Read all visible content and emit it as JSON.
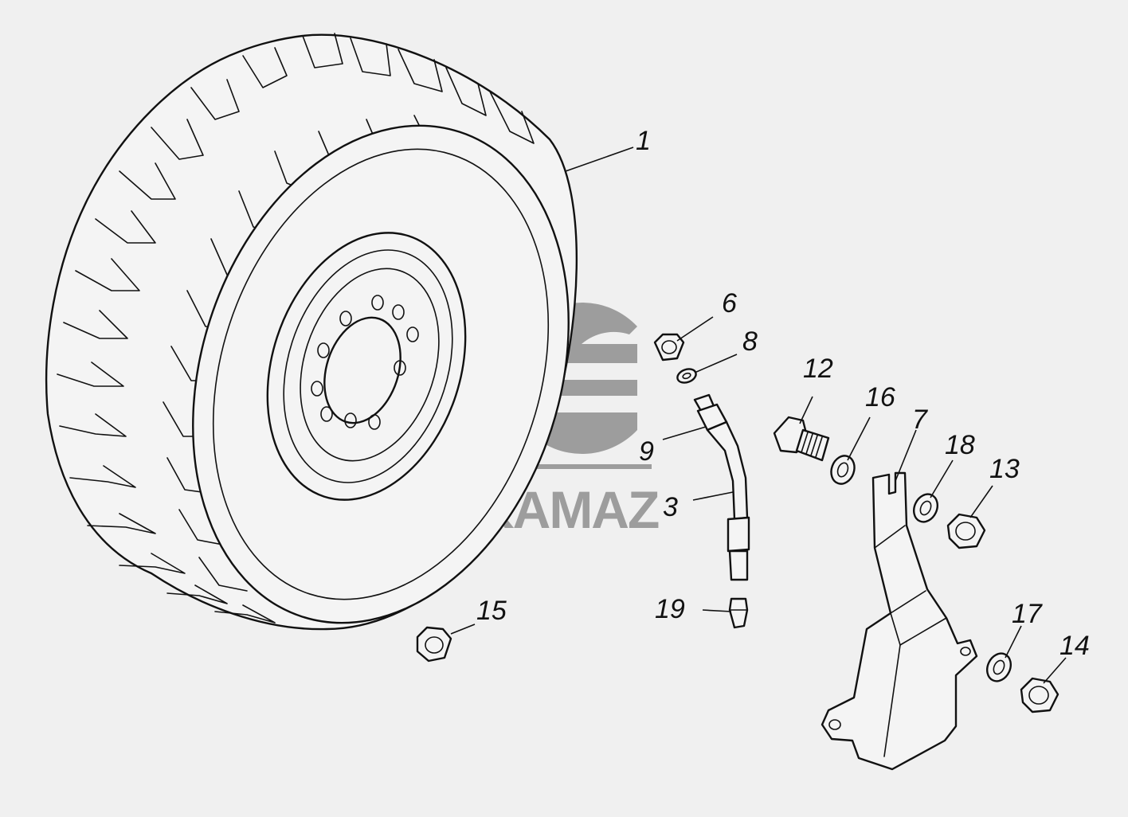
{
  "diagram": {
    "watermark": {
      "text": "KAMAZ"
    },
    "callouts": [
      {
        "id": "c1",
        "label": "1"
      },
      {
        "id": "c6",
        "label": "6"
      },
      {
        "id": "c8",
        "label": "8"
      },
      {
        "id": "c12",
        "label": "12"
      },
      {
        "id": "c16",
        "label": "16"
      },
      {
        "id": "c7",
        "label": "7"
      },
      {
        "id": "c9",
        "label": "9"
      },
      {
        "id": "c18",
        "label": "18"
      },
      {
        "id": "c13",
        "label": "13"
      },
      {
        "id": "c3",
        "label": "3"
      },
      {
        "id": "c15",
        "label": "15"
      },
      {
        "id": "c19",
        "label": "19"
      },
      {
        "id": "c17",
        "label": "17"
      },
      {
        "id": "c14",
        "label": "14"
      }
    ]
  }
}
